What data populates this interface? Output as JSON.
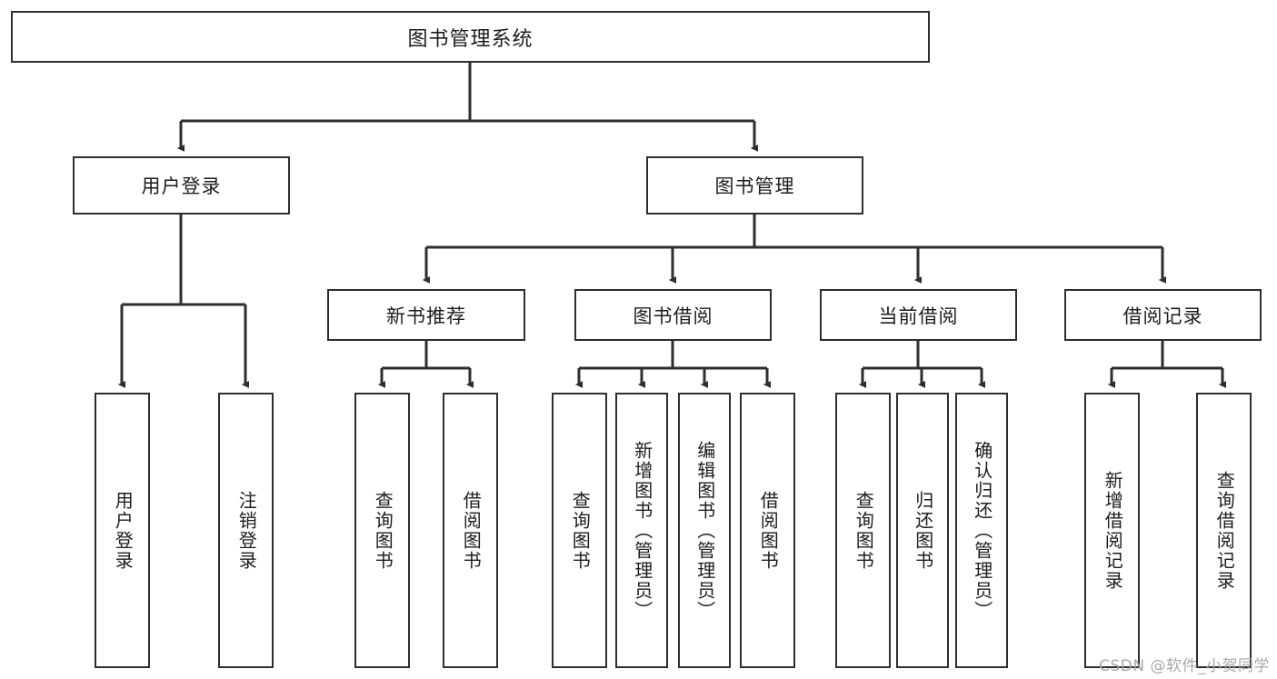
{
  "diagram": {
    "title": "图书管理系统",
    "type": "tree",
    "watermark": "CSDN @软件_小贺同学",
    "colors": {
      "background": "#ffffff",
      "node_fill": "#ffffff",
      "node_border": "#2e2e2e",
      "edge": "#2e2e2e",
      "text": "#1c1c1c",
      "watermark": "#a8a8a8"
    },
    "root": {
      "label": "图书管理系统"
    },
    "level2": [
      {
        "label": "用户登录"
      },
      {
        "label": "图书管理"
      }
    ],
    "level3": [
      {
        "label": "新书推荐"
      },
      {
        "label": "图书借阅"
      },
      {
        "label": "当前借阅"
      },
      {
        "label": "借阅记录"
      }
    ],
    "leaves": {
      "user_login": [
        {
          "label": "用户登录"
        },
        {
          "label": "注销登录"
        }
      ],
      "new_book_recommend": [
        {
          "label": "查询图书"
        },
        {
          "label": "借阅图书"
        }
      ],
      "book_borrow": [
        {
          "label": "查询图书"
        },
        {
          "label": "新增图书（管理员）"
        },
        {
          "label": "编辑图书（管理员）"
        },
        {
          "label": "借阅图书"
        }
      ],
      "current_borrow": [
        {
          "label": "查询图书"
        },
        {
          "label": "归还图书"
        },
        {
          "label": "确认归还（管理员）"
        }
      ],
      "borrow_record": [
        {
          "label": "新增借阅记录"
        },
        {
          "label": "查询借阅记录"
        }
      ]
    }
  }
}
